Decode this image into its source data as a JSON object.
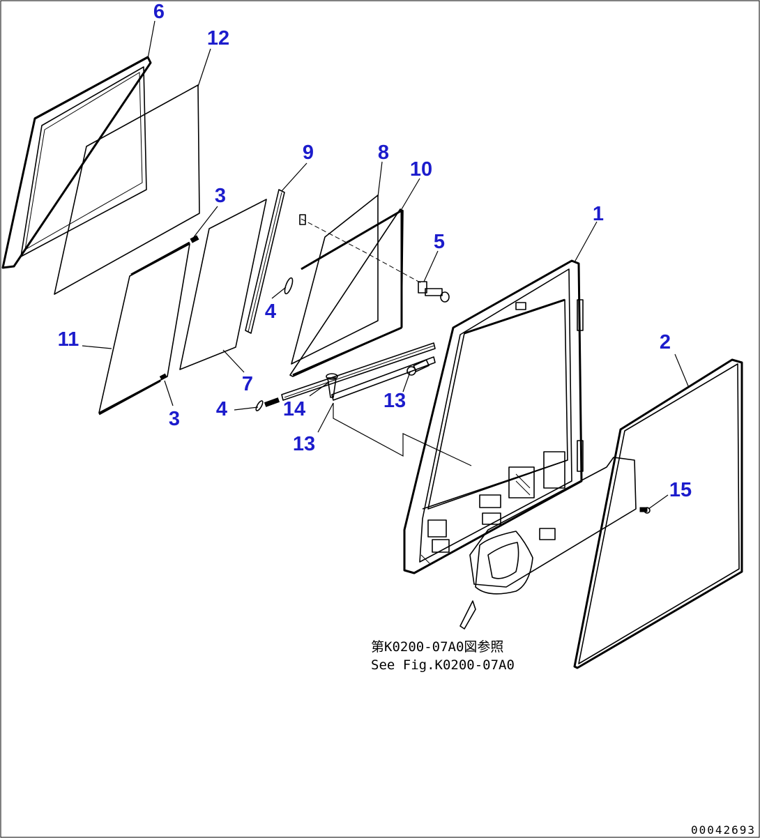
{
  "callouts": [
    {
      "label": "6"
    },
    {
      "label": "12"
    },
    {
      "label": "3"
    },
    {
      "label": "9"
    },
    {
      "label": "8"
    },
    {
      "label": "10"
    },
    {
      "label": "1"
    },
    {
      "label": "5"
    },
    {
      "label": "4"
    },
    {
      "label": "11"
    },
    {
      "label": "7"
    },
    {
      "label": "2"
    },
    {
      "label": "13"
    },
    {
      "label": "4"
    },
    {
      "label": "14"
    },
    {
      "label": "3"
    },
    {
      "label": "13"
    },
    {
      "label": "15"
    }
  ],
  "reference_note": {
    "line_jp": "第K0200-07A0図参照",
    "line_en": "See Fig.K0200-07A0"
  },
  "serial_number": "00042693"
}
